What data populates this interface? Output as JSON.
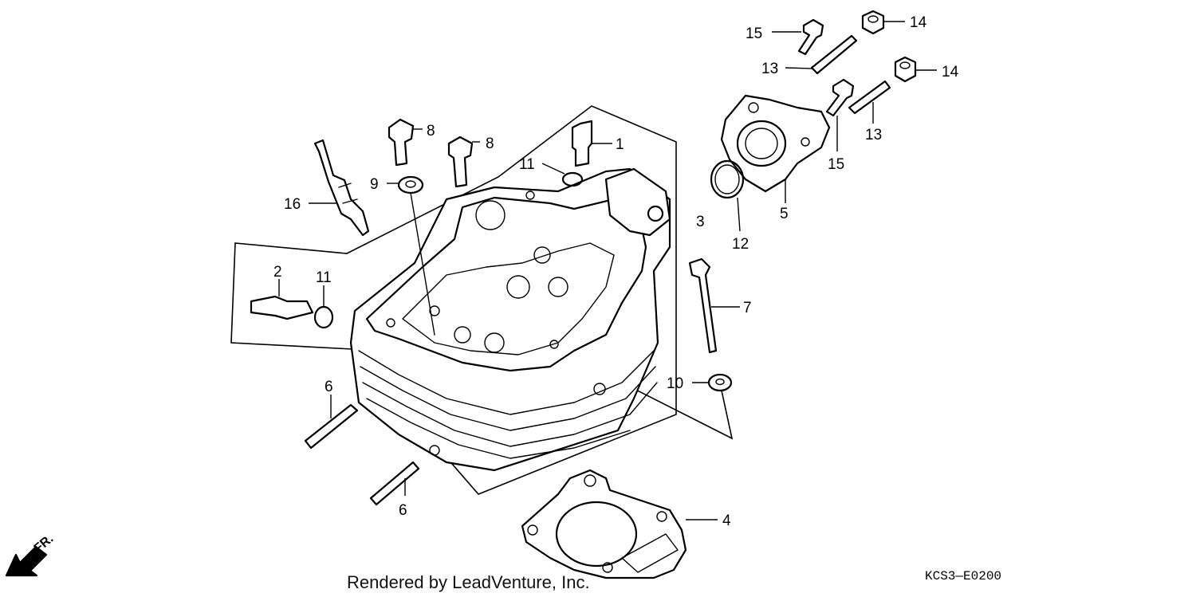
{
  "diagram": {
    "credit": "Rendered by LeadVenture, Inc.",
    "code": "KCS3—E0200",
    "direction_label": "FR.",
    "callouts": {
      "c1": "1",
      "c2": "2",
      "c3": "3",
      "c4": "4",
      "c5": "5",
      "c6a": "6",
      "c6b": "6",
      "c7": "7",
      "c8a": "8",
      "c8b": "8",
      "c9": "9",
      "c10": "10",
      "c11a": "11",
      "c11b": "11",
      "c12": "12",
      "c13a": "13",
      "c13b": "13",
      "c14a": "14",
      "c14b": "14",
      "c15a": "15",
      "c15b": "15",
      "c16": "16"
    }
  }
}
